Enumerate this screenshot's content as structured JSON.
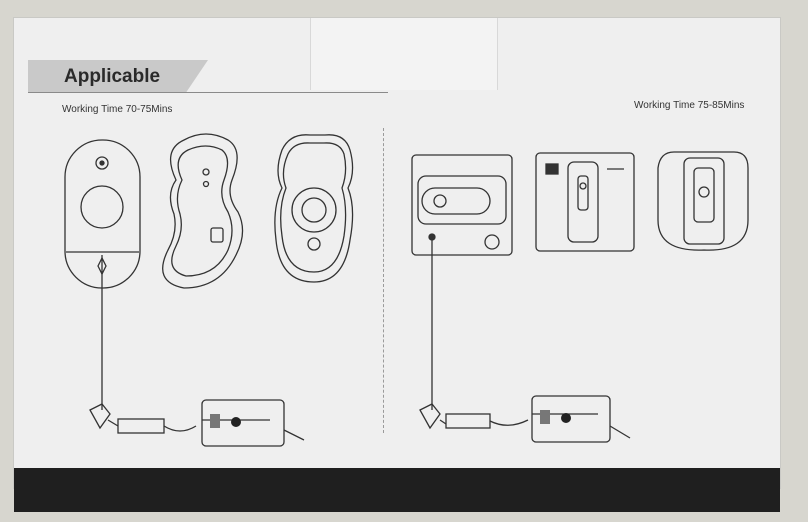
{
  "banner": {
    "title": "Applicable"
  },
  "left": {
    "working_time": "Working Time 70-75Mins"
  },
  "right": {
    "working_time": "Working Time 75-85Mins"
  },
  "colors": {
    "box": "#efefef",
    "banner": "#c9c9c9",
    "bottom_band": "#1f1f1f",
    "line": "#333333"
  }
}
